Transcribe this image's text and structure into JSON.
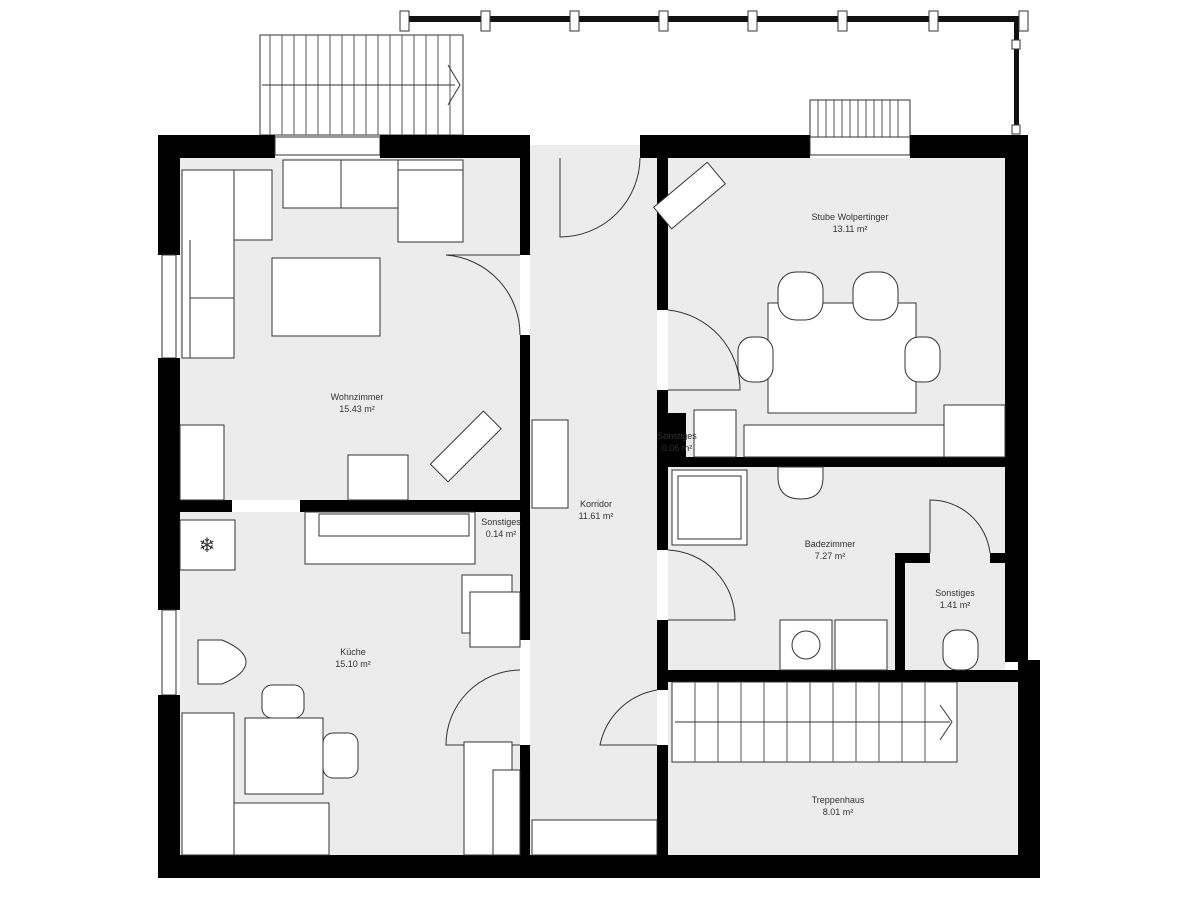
{
  "plan": {
    "rooms": [
      {
        "name": "Wohnzimmer",
        "area": "15.43 m²"
      },
      {
        "name": "Küche",
        "area": "15.10 m²"
      },
      {
        "name": "Korridor",
        "area": "11.61 m²"
      },
      {
        "name": "Stube Wolpertinger",
        "area": "13.11 m²"
      },
      {
        "name": "Badezimmer",
        "area": "7.27 m²"
      },
      {
        "name": "Sonstiges",
        "area": "1.41 m²"
      },
      {
        "name": "Treppenhaus",
        "area": "8.01 m²"
      },
      {
        "name": "Sonstiges",
        "area": "0.14 m²"
      },
      {
        "name": "Sonstiges",
        "area": "0.06 m²"
      }
    ],
    "colors": {
      "floor": "#ececec",
      "wall": "#000000",
      "furniture": "#ffffff"
    }
  }
}
